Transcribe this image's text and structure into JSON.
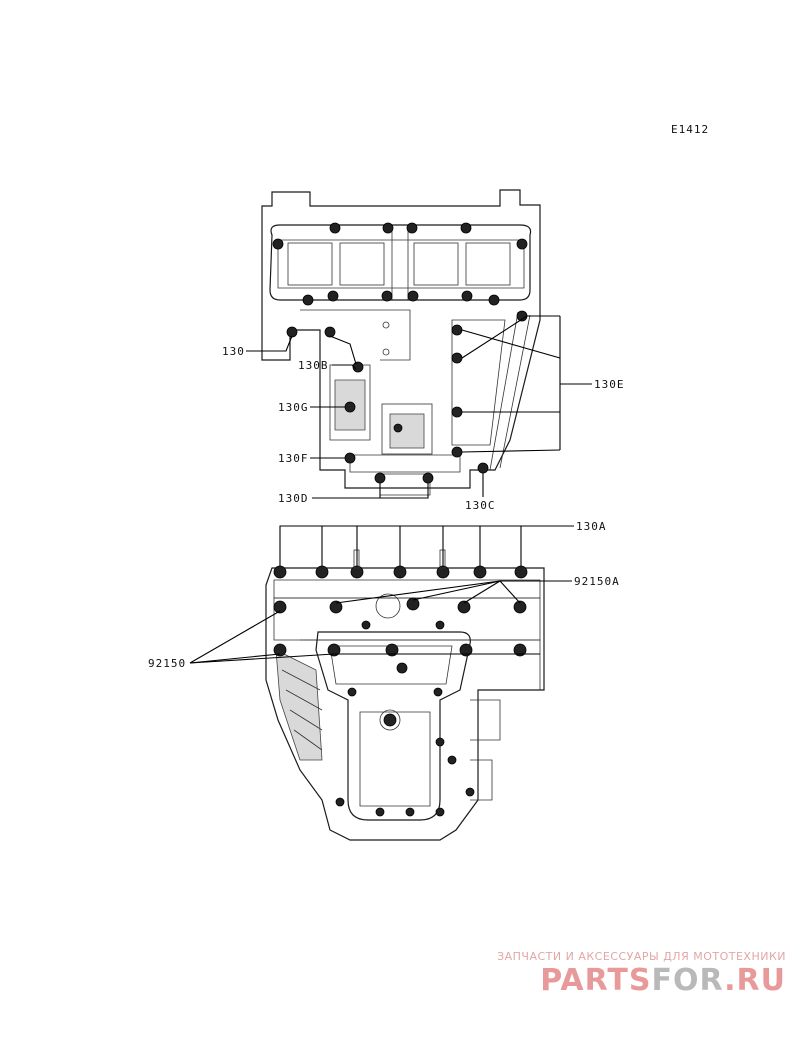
{
  "diagram_id": "E1412",
  "labels": {
    "l130": "130",
    "l130B": "130B",
    "l130G": "130G",
    "l130F": "130F",
    "l130D": "130D",
    "l130C": "130C",
    "l130E": "130E",
    "l130A": "130A",
    "l92150A": "92150A",
    "l92150": "92150"
  },
  "watermark": {
    "tagline": "ЗАПЧАСТИ И АКСЕССУАРЫ ДЛЯ МОТОТЕХНИКИ",
    "logo_part1": "PARTS",
    "logo_part2": "FOR",
    "logo_part3": ".RU"
  },
  "colors": {
    "line": "#1a1a1a",
    "watermark_red": "#e89a9a",
    "watermark_grey": "#b9b9b9"
  }
}
